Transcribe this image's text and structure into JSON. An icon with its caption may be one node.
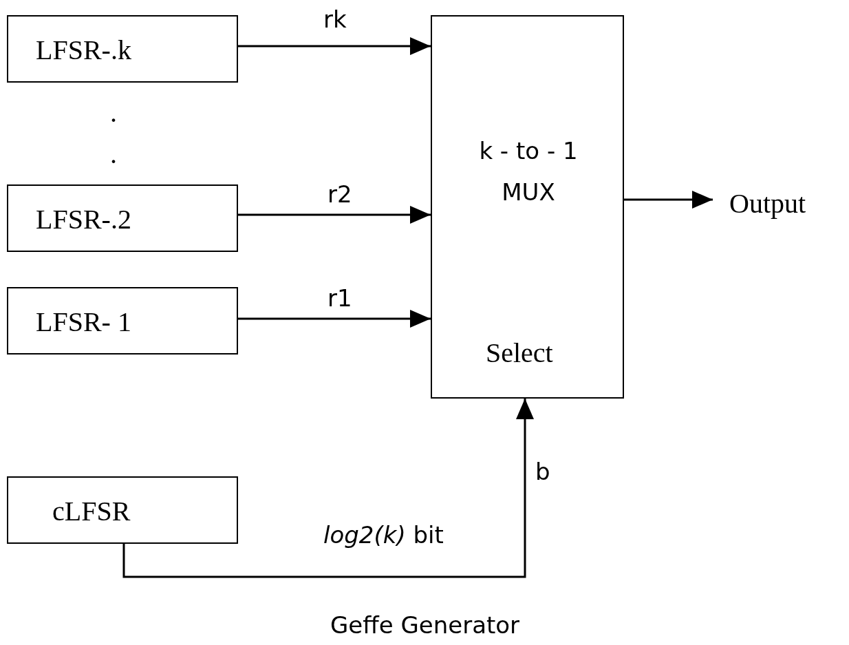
{
  "diagram": {
    "caption": "Geffe Generator",
    "nodes": [
      {
        "text": [
          "LFSR-.k"
        ]
      },
      {
        "text": [
          "LFSR-.2"
        ]
      },
      {
        "text": [
          "LFSR- 1"
        ]
      },
      {
        "text": [
          "cLFSR"
        ]
      },
      {
        "text": [
          "k - to - 1 MUX",
          "Select"
        ]
      },
      {
        "text": [
          "Output"
        ]
      }
    ],
    "edges": [
      {
        "from": 0,
        "to": 4,
        "arrow": "to",
        "label": "rk"
      },
      {
        "from": 1,
        "to": 4,
        "arrow": "to",
        "label": "r2"
      },
      {
        "from": 2,
        "to": 4,
        "arrow": "to",
        "label": "r1"
      },
      {
        "from": 4,
        "to": 5,
        "arrow": "to"
      },
      {
        "from": 3,
        "to": 4,
        "arrow": "to",
        "label": "b"
      }
    ],
    "labels": [
      ".",
      ".",
      "*log2(k)* bit"
    ]
  }
}
